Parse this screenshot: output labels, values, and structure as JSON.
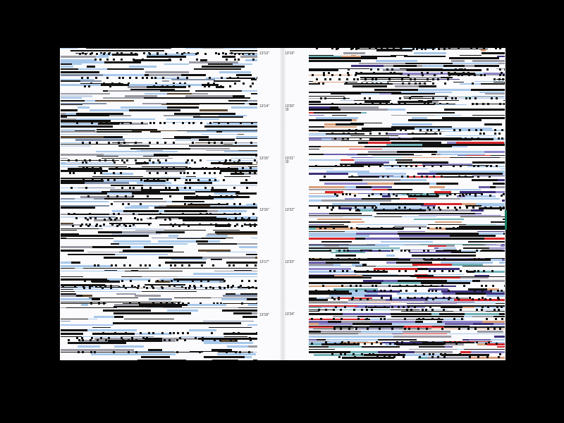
{
  "colors": {
    "background": "#000000",
    "paper": "#fbfbfd",
    "ink": "#111111",
    "light_blue": "#a8c8ea",
    "gray": "#9a9aa4",
    "purple": "#6a5ea8",
    "teal": "#6fb2b8",
    "red": "#d6262a",
    "green_tab": "#1a7c64"
  },
  "left_page": {
    "timestamps": [
      {
        "time": "13'13\""
      },
      {
        "time": "13'14\""
      },
      {
        "time": "13'15\""
      },
      {
        "time": "13'16\""
      },
      {
        "time": "13'17\""
      },
      {
        "time": "13'18\""
      }
    ]
  },
  "right_page": {
    "timestamps": [
      {
        "time": "13'19\""
      },
      {
        "time": "13'20\"",
        "sub": "50"
      },
      {
        "time": "13'21\"",
        "sub": "50"
      },
      {
        "time": "13'22\""
      },
      {
        "time": "13'23\""
      },
      {
        "time": "13'24\""
      }
    ]
  }
}
